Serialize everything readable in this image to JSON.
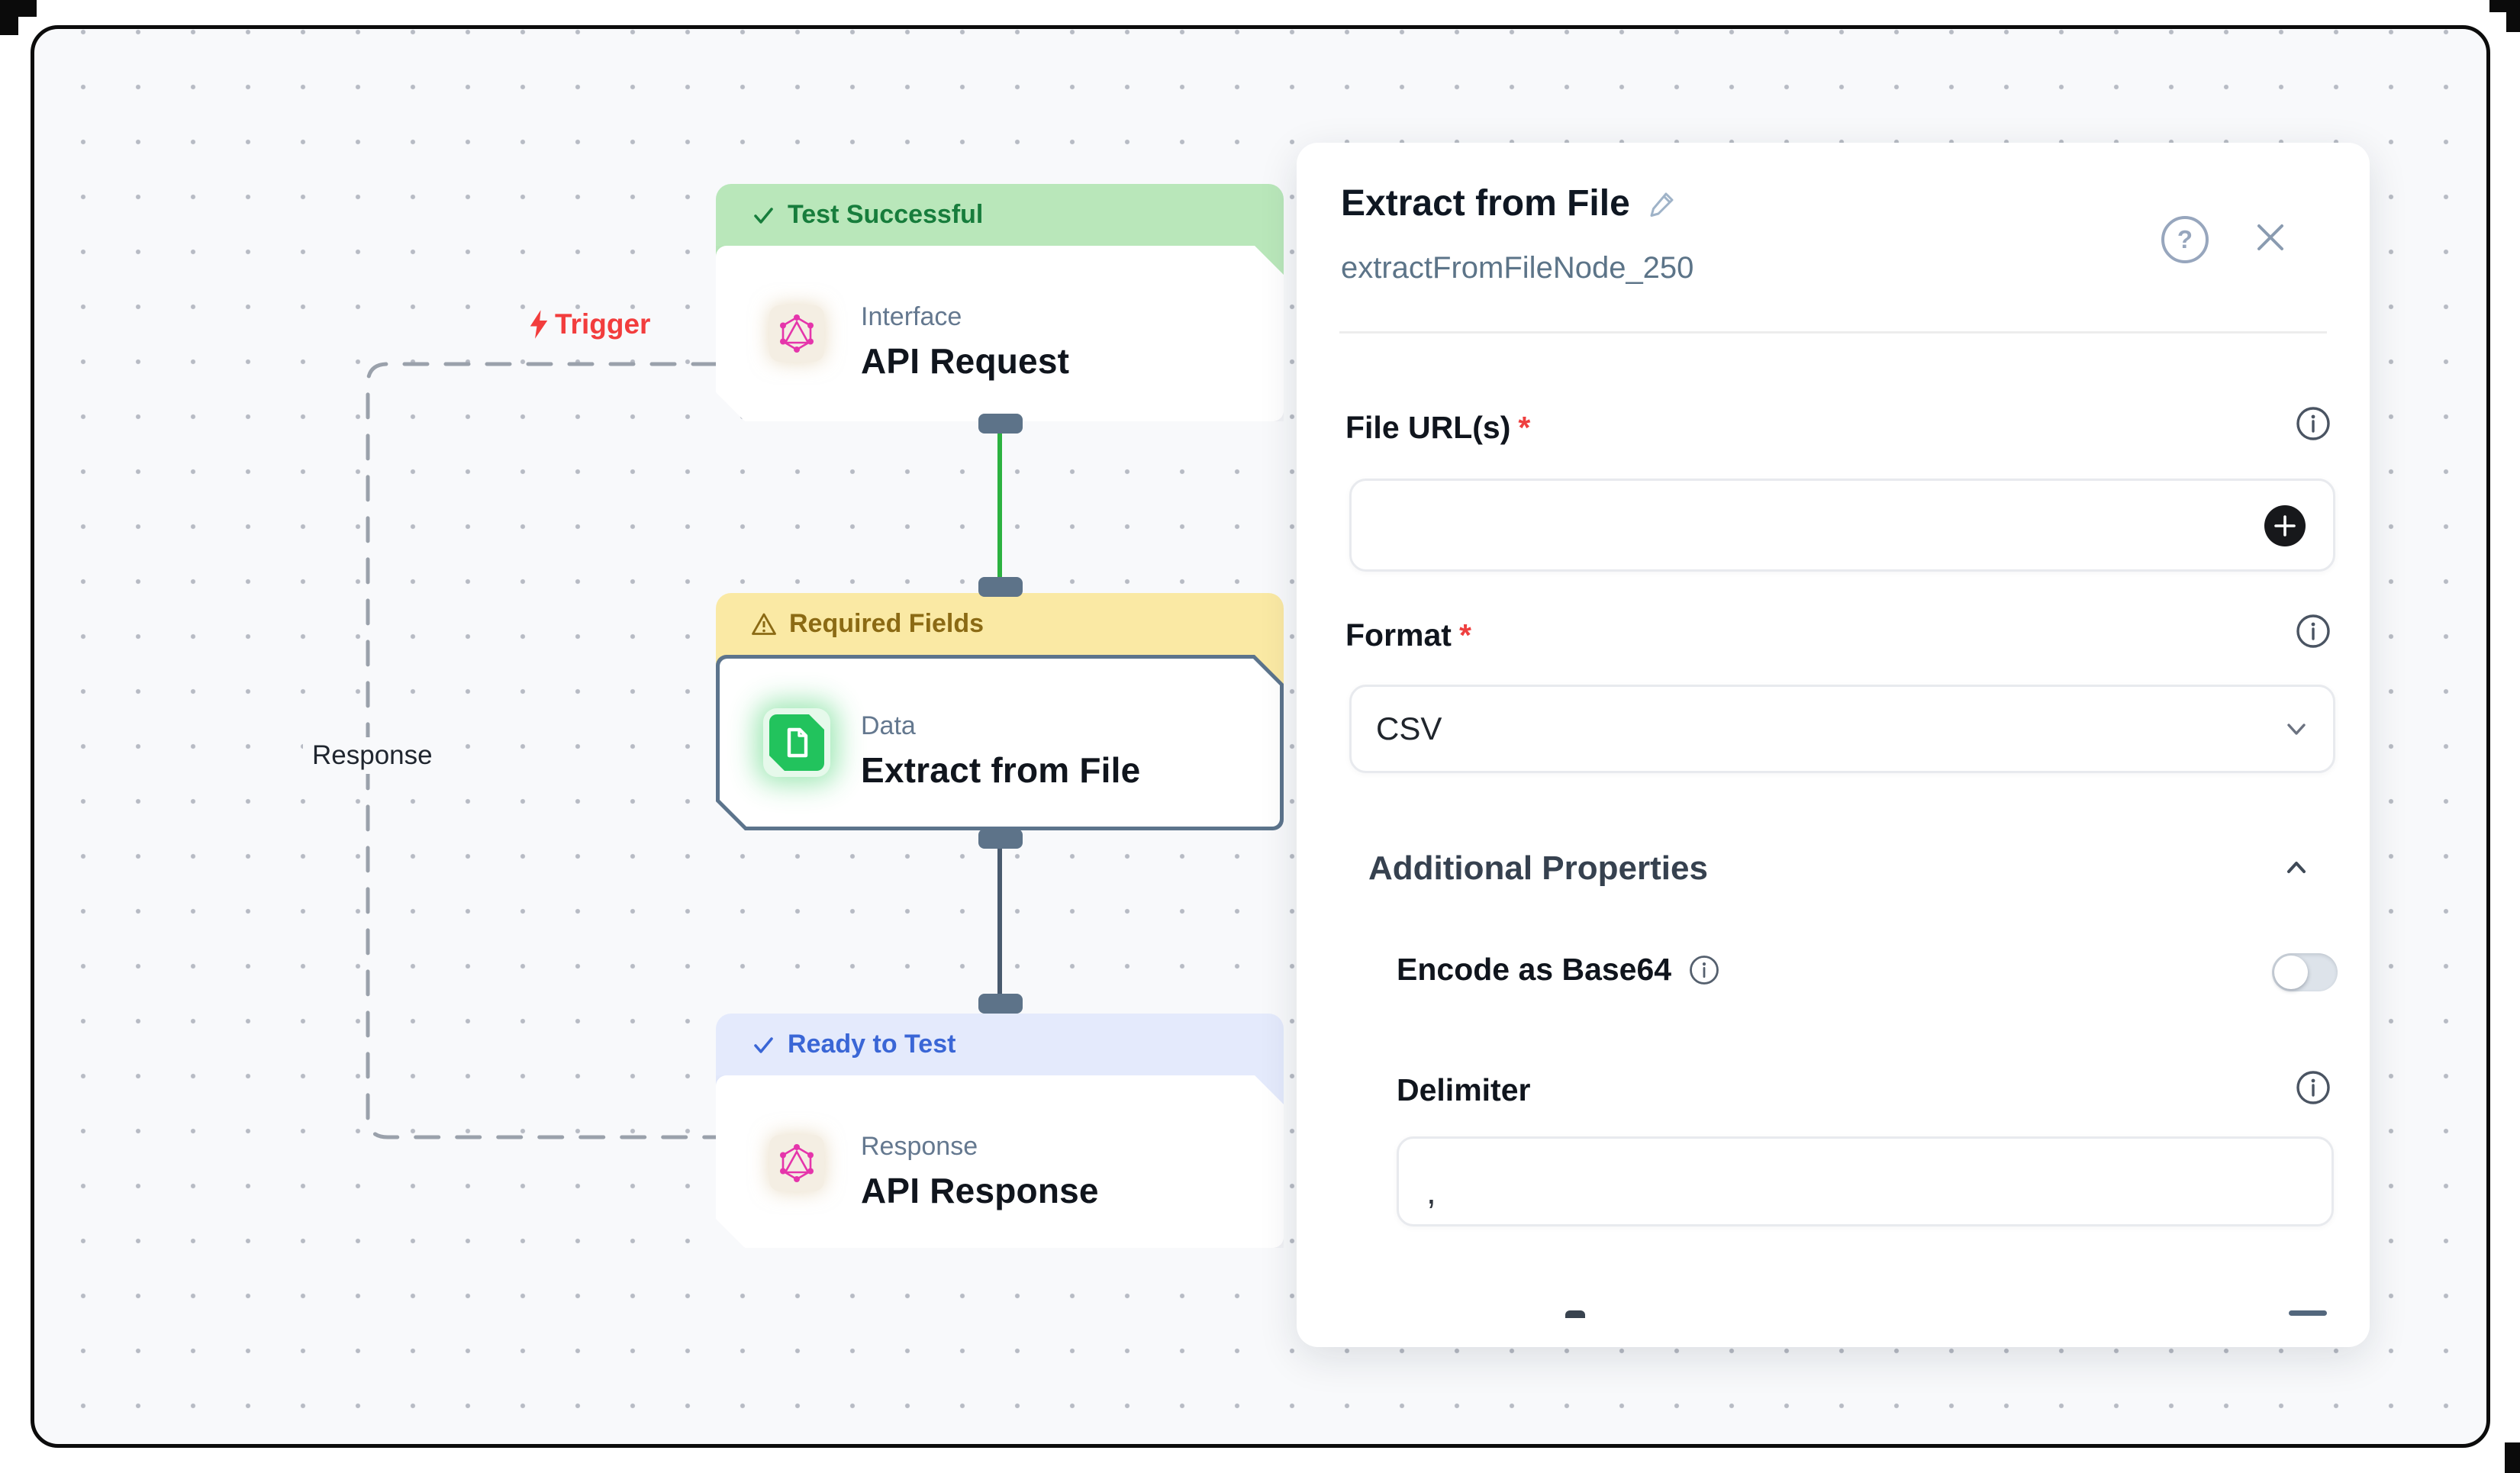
{
  "canvas": {
    "edge_labels": {
      "trigger": "Trigger",
      "response": "Response"
    },
    "nodes": [
      {
        "status": "Test Successful",
        "status_icon": "check",
        "category": "Interface",
        "title": "API Request",
        "banner_bg": "#b9e7ba",
        "banner_text": "#177d3c",
        "icon": "graphql"
      },
      {
        "status": "Required Fields",
        "status_icon": "warning",
        "category": "Data",
        "title": "Extract from File",
        "banner_bg": "#fae9a4",
        "banner_text": "#8b6a14",
        "icon": "file",
        "selected": true
      },
      {
        "status": "Ready to Test",
        "status_icon": "check",
        "category": "Response",
        "title": "API Response",
        "banner_bg": "#e4eafc",
        "banner_text": "#3a66d6",
        "icon": "graphql"
      }
    ],
    "edges": {
      "node1_to_node2_color": "#2cb240",
      "node2_to_node3_color": "#495a6e",
      "loop_color": "#9aa1ab"
    }
  },
  "panel": {
    "title": "Extract from File",
    "node_id": "extractFromFileNode_250",
    "required_marker": "*",
    "fields": {
      "file_urls": {
        "label": "File URL(s)",
        "value": "",
        "required": true
      },
      "format": {
        "label": "Format",
        "value": "CSV",
        "required": true
      },
      "additional_properties": {
        "label": "Additional Properties",
        "expanded": true
      },
      "encode_base64": {
        "label": "Encode as Base64",
        "state": "off"
      },
      "delimiter": {
        "label": "Delimiter",
        "value": ","
      }
    }
  },
  "colors": {
    "canvas_bg": "#f8f9fb",
    "frame_border": "#0c0c0c",
    "selected_node_border": "#5c748c",
    "handle": "#5d7389",
    "accent_pink": "#e535ab",
    "accent_green": "#22c35d",
    "trigger_red": "#f23d3d",
    "slate_icon": "#97a6bd"
  }
}
